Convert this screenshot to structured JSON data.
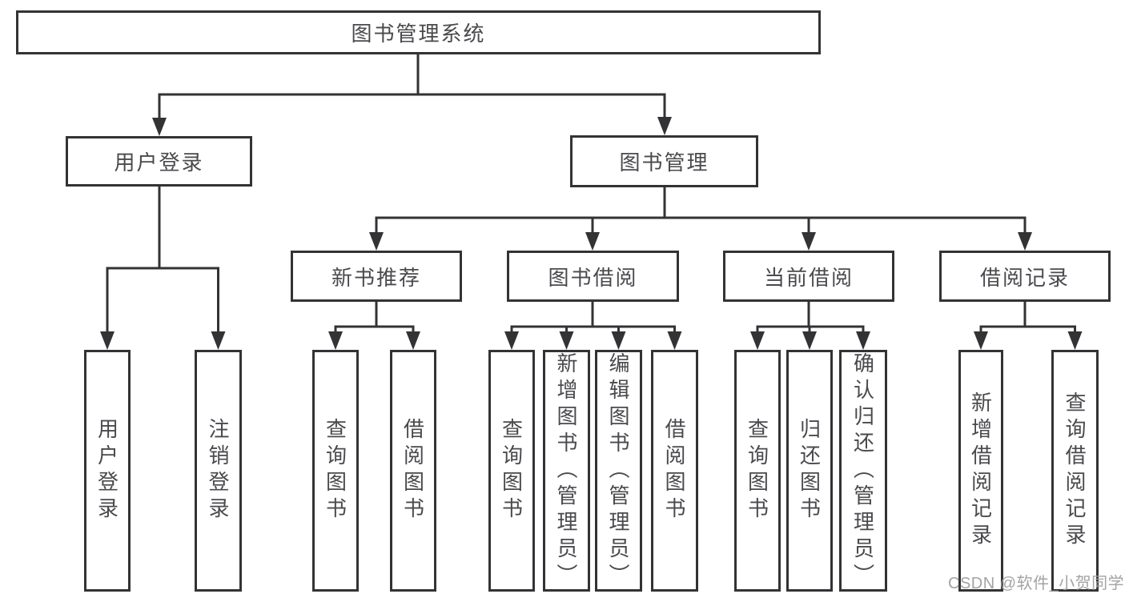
{
  "tree": {
    "root": "图书管理系统",
    "branches": [
      {
        "label": "用户登录",
        "children": [
          "用户登录",
          "注销登录"
        ]
      },
      {
        "label": "图书管理",
        "sections": [
          {
            "label": "新书推荐",
            "children": [
              "查询图书",
              "借阅图书"
            ]
          },
          {
            "label": "图书借阅",
            "children": [
              "查询图书",
              "新增图书（管理员）",
              "编辑图书（管理员）",
              "借阅图书"
            ]
          },
          {
            "label": "当前借阅",
            "children": [
              "查询图书",
              "归还图书",
              "确认归还（管理员）"
            ]
          },
          {
            "label": "借阅记录",
            "children": [
              "新增借阅记录",
              "查询借阅记录"
            ]
          }
        ]
      }
    ]
  },
  "watermark": "CSDN @软件_小贺同学",
  "colors": {
    "line": "#333336",
    "text": "#4a4a4e",
    "watermark": "#9e9ea0",
    "background": "#ffffff"
  }
}
